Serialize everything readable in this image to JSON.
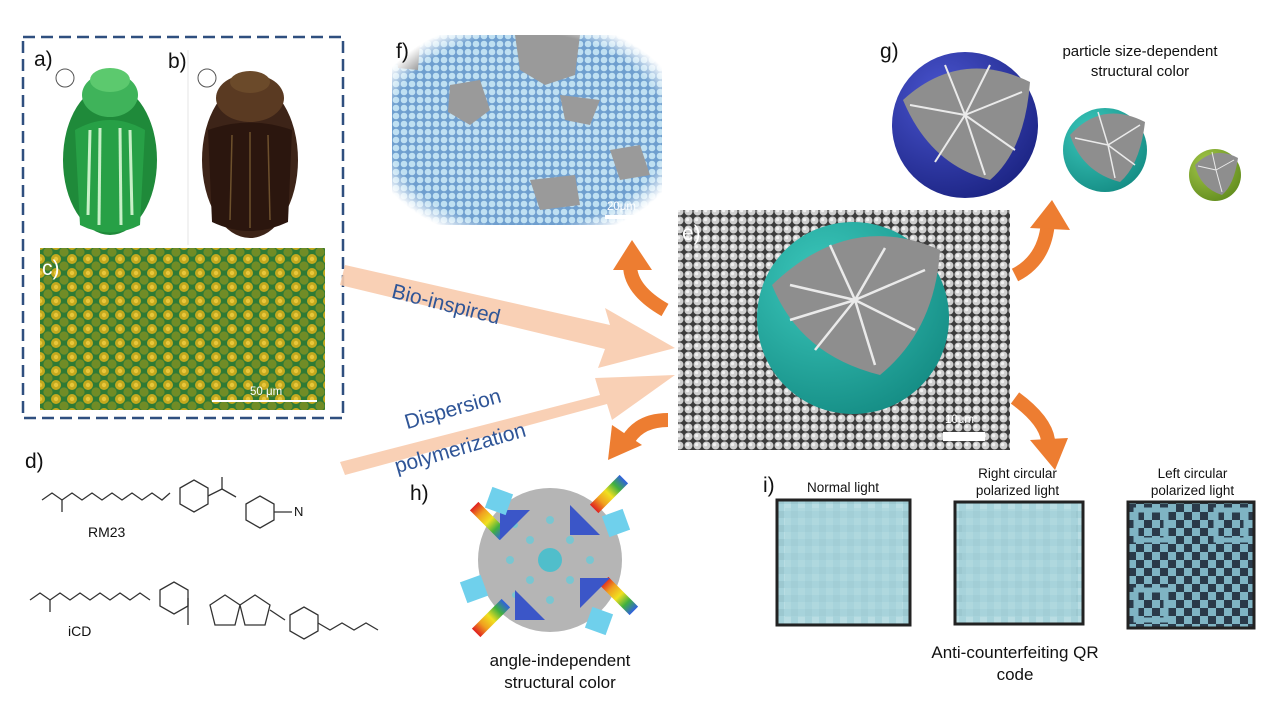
{
  "panels": {
    "a": "a)",
    "b": "b)",
    "c": "c)",
    "d": "d)",
    "e": "e)",
    "f": "f)",
    "g": "g)",
    "h": "h)",
    "i": "i)"
  },
  "scale_bars": {
    "c": "50 μm",
    "e": "10μm",
    "f": "20μm"
  },
  "molecules": {
    "rm23": "RM23",
    "icd": "iCD",
    "nitrile_atom": "N"
  },
  "flow_labels": {
    "bio": "Bio-inspired",
    "disp_line1": "Dispersion",
    "disp_line2": "polymerization"
  },
  "captions": {
    "g_line1": "particle size-dependent",
    "g_line2": "structural color",
    "h_line1": "angle-independent",
    "h_line2": "structural color",
    "i_normal": "Normal light",
    "i_right_line1": "Right circular",
    "i_right_line2": "polarized light",
    "i_left_line1": "Left circular",
    "i_left_line2": "polarized light",
    "qr_line1": "Anti-counterfeiting QR",
    "qr_line2": "code"
  },
  "colors": {
    "dash_border": "#2f4f7f",
    "arrow_orange": "#ed7d31",
    "arrow_peach": "#f8cbad",
    "sphere_blue": "#2b35a8",
    "sphere_teal": "#22a9a0",
    "sphere_green": "#7fa52a",
    "text_blue": "#2f5597"
  }
}
